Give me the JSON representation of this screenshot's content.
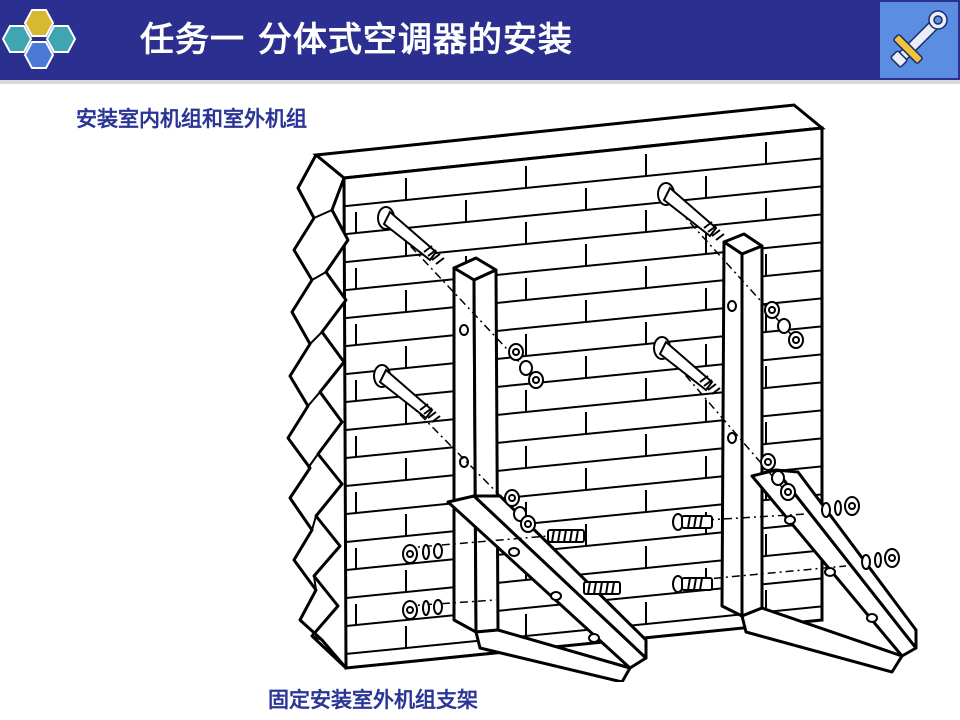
{
  "slide": {
    "title": "任务一 分体式空调器的安装",
    "subtitle": "安装室内机组和室外机组",
    "caption": "固定安装室外机组支架"
  },
  "colors": {
    "header_bg": "#2b2f8f",
    "heading_text": "#2a3596",
    "hex_yellow": "#d8b731",
    "hex_teal": "#3ea5b1",
    "hex_blue": "#4b79d6",
    "tool_box": "#5b8de0"
  },
  "icons": {
    "logo": "hexagon-cluster-icon",
    "tool": "wrench-screwdriver-icon"
  }
}
